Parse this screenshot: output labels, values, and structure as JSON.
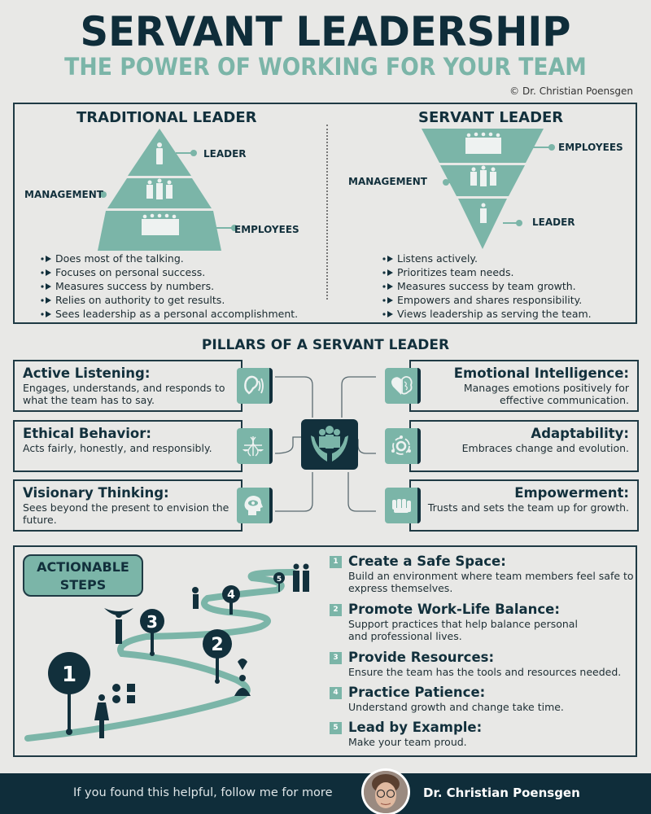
{
  "header": {
    "title": "SERVANT LEADERSHIP",
    "subtitle": "THE POWER OF WORKING FOR YOUR TEAM",
    "copyright": "© Dr. Christian Poensgen"
  },
  "comparison": {
    "traditional": {
      "title": "TRADITIONAL LEADER",
      "levels": [
        "LEADER",
        "MANAGEMENT",
        "EMPLOYEES"
      ],
      "bullets": [
        "Does most of the talking.",
        "Focuses on personal success.",
        "Measures success by numbers.",
        "Relies on authority to get results.",
        "Sees leadership as a personal accomplishment."
      ]
    },
    "servant": {
      "title": "SERVANT LEADER",
      "levels": [
        "EMPLOYEES",
        "MANAGEMENT",
        "LEADER"
      ],
      "bullets": [
        "Listens actively.",
        "Prioritizes team needs.",
        "Measures success by team growth.",
        "Empowers and shares responsibility.",
        "Views leadership as serving the team."
      ]
    }
  },
  "pillars": {
    "title": "PILLARS OF A SERVANT LEADER",
    "left": [
      {
        "title": "Active Listening:",
        "text": "Engages, understands, and responds to what the team has to say.",
        "icon": "ear-icon"
      },
      {
        "title": "Ethical Behavior:",
        "text": "Acts fairly, honestly, and responsibly.",
        "icon": "scale-dna-icon"
      },
      {
        "title": "Visionary Thinking:",
        "text": "Sees beyond the present to envision the future.",
        "icon": "head-eye-icon"
      }
    ],
    "right": [
      {
        "title": "Emotional Intelligence:",
        "text": "Manages emotions positively for effective communication.",
        "icon": "heart-brain-icon"
      },
      {
        "title": "Adaptability:",
        "text": "Embraces change and evolution.",
        "icon": "cycle-gear-icon"
      },
      {
        "title": "Empowerment:",
        "text": "Trusts and sets the team up for growth.",
        "icon": "fist-icon"
      }
    ],
    "center_icon": "hands-holding-team-icon"
  },
  "steps": {
    "badge": [
      "ACTIONABLE",
      "STEPS"
    ],
    "path_markers": [
      "1",
      "2",
      "3",
      "4",
      "5"
    ],
    "items": [
      {
        "num": "1",
        "title": "Create a Safe Space:",
        "text": "Build an environment where team members feel safe to express themselves."
      },
      {
        "num": "2",
        "title": "Promote Work-Life Balance:",
        "text": "Support practices that help balance personal and professional lives."
      },
      {
        "num": "3",
        "title": "Provide Resources:",
        "text": "Ensure the team has the tools and resources needed."
      },
      {
        "num": "4",
        "title": "Practice Patience:",
        "text": "Understand growth and change take time."
      },
      {
        "num": "5",
        "title": "Lead by Example:",
        "text": "Make your team proud."
      }
    ]
  },
  "footer": {
    "cta": "If you found this helpful, follow me for more",
    "name": "Dr. Christian Poensgen"
  },
  "colors": {
    "background": "#e8e8e6",
    "navy": "#0f2d3a",
    "teal": "#7bb5a8"
  }
}
